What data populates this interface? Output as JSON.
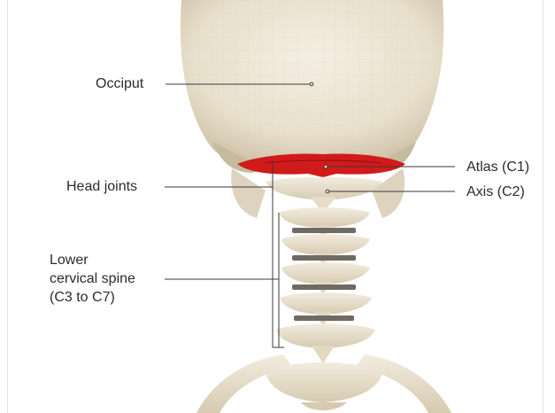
{
  "labels": {
    "occiput": "Occiput",
    "atlas": "Atlas (C1)",
    "head_joints": "Head joints",
    "axis": "Axis (C2)",
    "lower_line1": "Lower",
    "lower_line2": "cervical spine",
    "lower_line3": "(C3 to C7)"
  },
  "colors": {
    "bone": "#ece4d2",
    "bone_shadow": "#c9bda4",
    "atlas_highlight": "#d11a1a",
    "leader_line": "#3a3a3a"
  }
}
